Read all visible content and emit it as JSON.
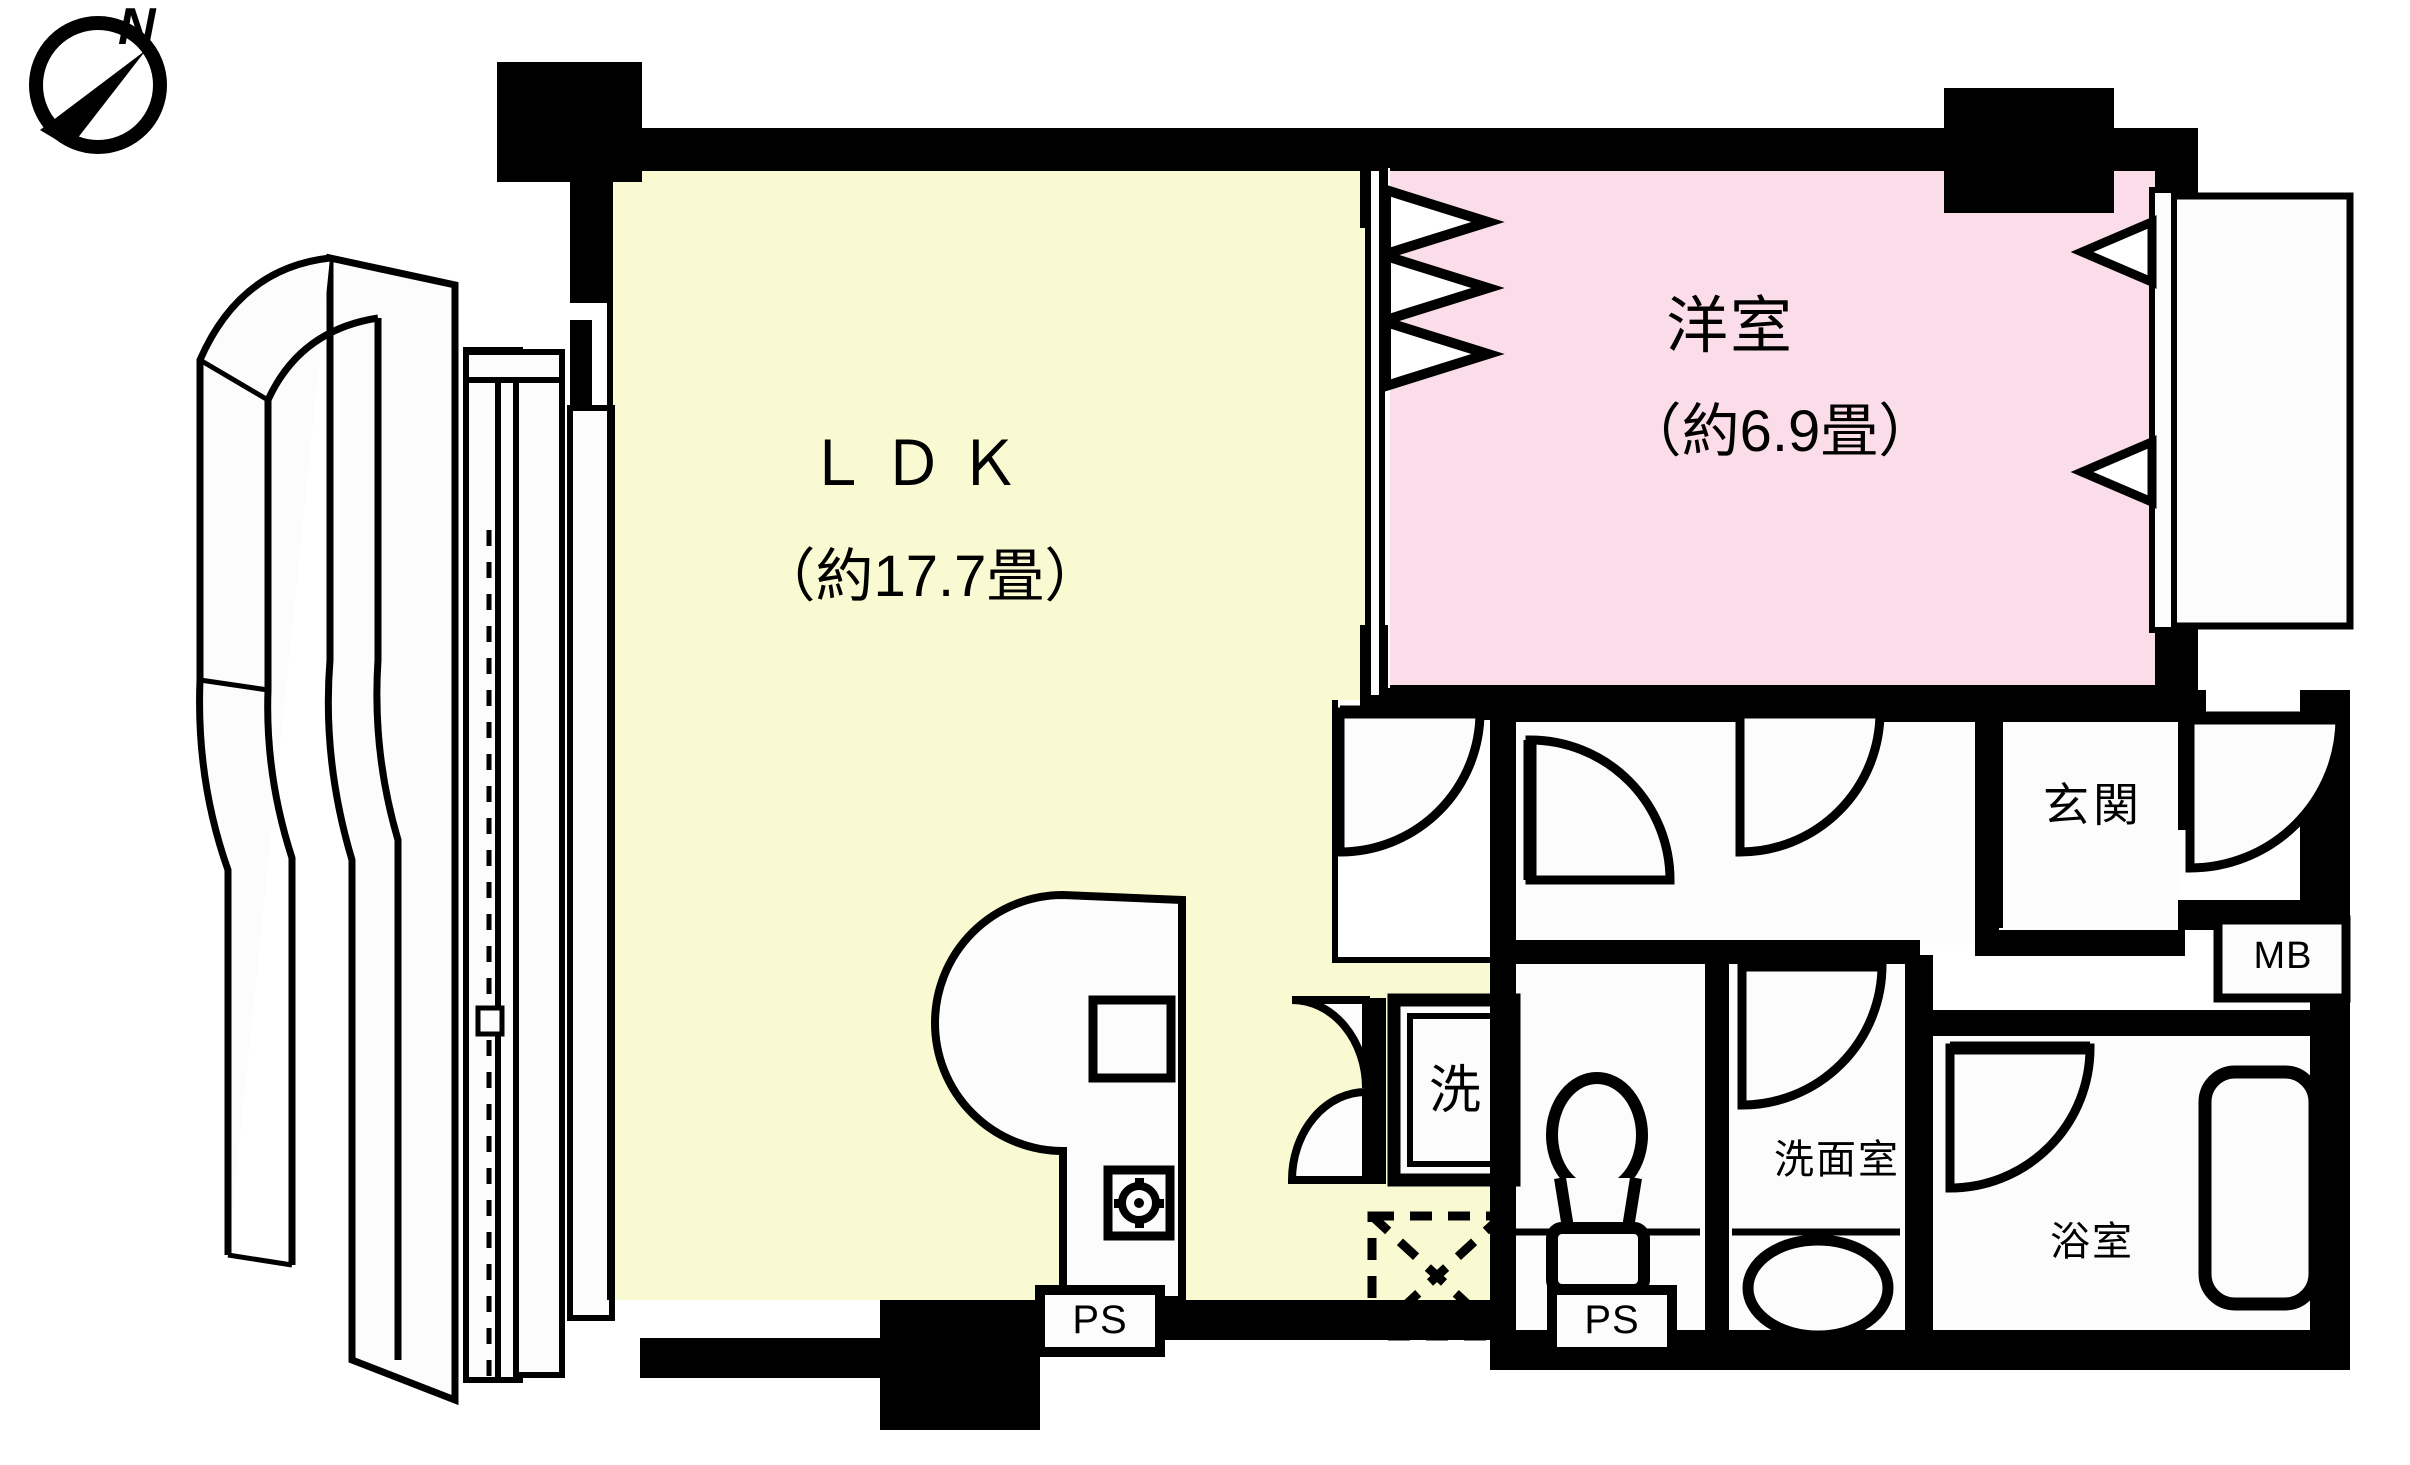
{
  "plan": {
    "title": "Japanese apartment floor plan",
    "compass": {
      "name": "north-arrow",
      "letter": "N"
    },
    "colors": {
      "ldk_fill": "#FAFAD2",
      "bedroom_fill": "#FBDDEA",
      "wall": "#000000",
      "room_white": "#FCFCFC",
      "background": "#FFFFFF"
    },
    "rooms": [
      {
        "key": "ldk",
        "name": "living-dining-kitchen",
        "label": "ＬＤＫ",
        "area_label": "（約17.7畳）",
        "area_value": 17.7,
        "area_unit": "畳",
        "fill": "#FAFAD2"
      },
      {
        "key": "bedroom",
        "name": "western-style-room",
        "label": "洋室",
        "area_label": "（約6.9畳）",
        "area_value": 6.9,
        "area_unit": "畳",
        "fill": "#FBDDEA"
      },
      {
        "key": "entrance",
        "name": "entrance-hall",
        "label": "玄関",
        "fill": "#FCFCFC"
      },
      {
        "key": "washroom",
        "name": "wash-basin-room",
        "label": "洗面室",
        "fill": "#FCFCFC"
      },
      {
        "key": "bathroom",
        "name": "bathroom",
        "label": "浴室",
        "fill": "#FCFCFC"
      }
    ],
    "markers": [
      {
        "key": "washer",
        "name": "washing-machine-space",
        "label": "洗"
      },
      {
        "key": "ps_left",
        "name": "pipe-shaft-left",
        "label": "PS"
      },
      {
        "key": "ps_right",
        "name": "pipe-shaft-right",
        "label": "PS"
      },
      {
        "key": "mb",
        "name": "meter-box",
        "label": "MB"
      }
    ],
    "fixtures": [
      {
        "key": "kitchen_counter",
        "name": "kitchen-counter-round"
      },
      {
        "key": "sink",
        "name": "kitchen-sink"
      },
      {
        "key": "stove",
        "name": "stove-burner"
      },
      {
        "key": "refrigerator_space",
        "name": "refrigerator-space-dashed"
      },
      {
        "key": "toilet",
        "name": "toilet-fixture"
      },
      {
        "key": "vanity",
        "name": "vanity-basin"
      },
      {
        "key": "bathtub",
        "name": "bathtub"
      },
      {
        "key": "balcony",
        "name": "bay-balcony-curved"
      },
      {
        "key": "folding_door",
        "name": "folding-partition-door"
      }
    ]
  }
}
